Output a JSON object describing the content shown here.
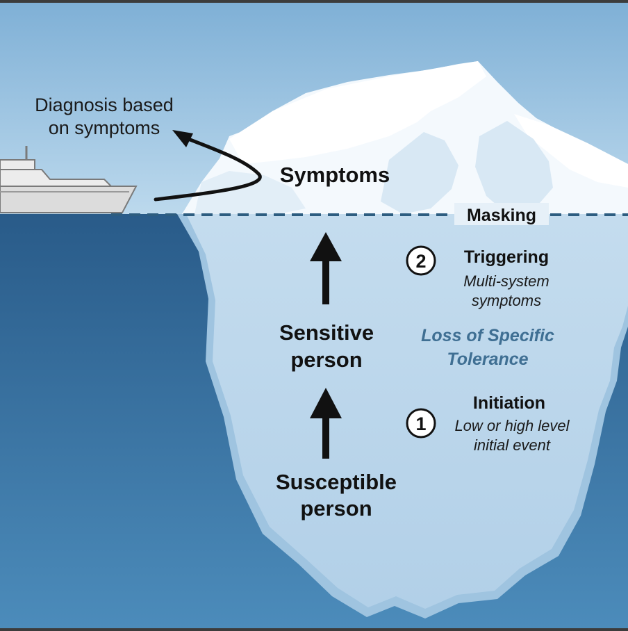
{
  "callout": {
    "line1": "Diagnosis based",
    "line2": "on symptoms"
  },
  "labels": {
    "symptoms": "Symptoms",
    "masking": "Masking",
    "sensitive_line1": "Sensitive",
    "sensitive_line2": "person",
    "susceptible_line1": "Susceptible",
    "susceptible_line2": "person",
    "tolerance_line1": "Loss of Specific",
    "tolerance_line2": "Tolerance"
  },
  "stages": [
    {
      "number": "2",
      "title": "Triggering",
      "desc_line1": "Multi-system",
      "desc_line2": "symptoms"
    },
    {
      "number": "1",
      "title": "Initiation",
      "desc_line1": "Low or high level",
      "desc_line2": "initial event"
    }
  ],
  "colors": {
    "sky_top": "#86b6d9",
    "sky_bottom": "#b8d6ea",
    "water_top": "#2a5e8c",
    "water_bottom": "#4a8ab9",
    "ice_top": "#ffffff",
    "ice_under": "#bcd8ec",
    "tolerance_text": "#3f6f93",
    "masking_line": "#2d5d80"
  }
}
